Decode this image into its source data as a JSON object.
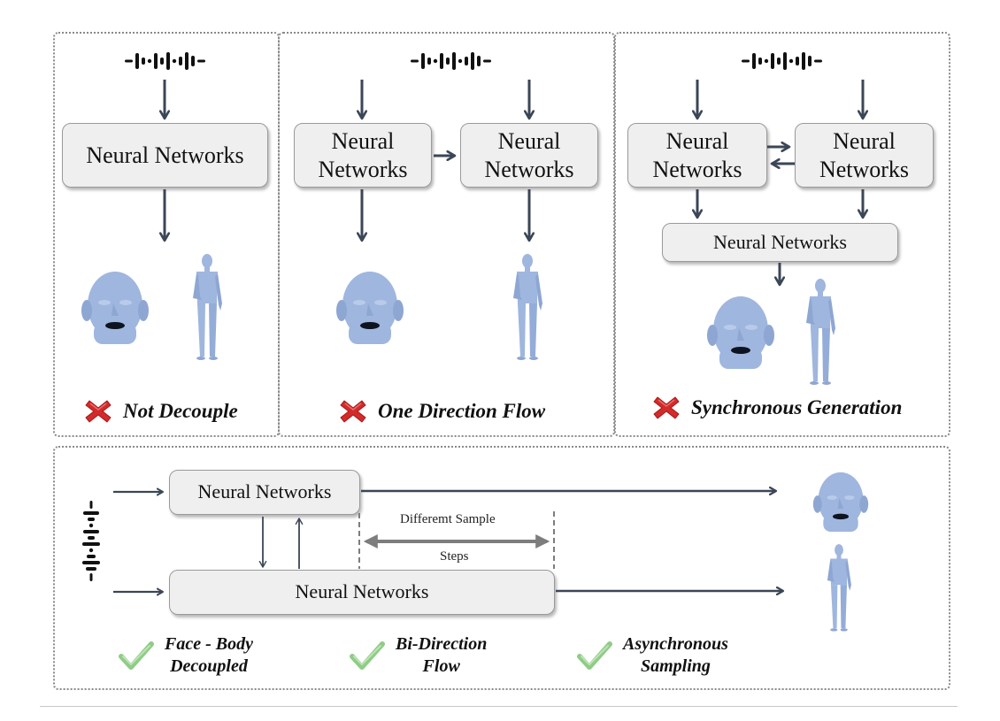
{
  "colors": {
    "arrow": "#3b4656",
    "box_fill": "#efefef",
    "avatar_blue": "#9fb6de",
    "cross_red": "#d42a2a",
    "check_green": "#8fcc86",
    "dotted_border": "#8a8a8a",
    "dashed_gray": "#7d7d7d"
  },
  "icons": {
    "audio": "audio-waveform-icon",
    "face": "face-avatar-icon",
    "body": "body-avatar-icon",
    "fail": "red-cross-icon",
    "pass": "green-check-icon"
  },
  "panels": {
    "coupled": {
      "network_label": "Neural Networks",
      "verdict": "Not Decouple"
    },
    "one_direction": {
      "left_network_label": "Neural\nNetworks",
      "right_network_label": "Neural\nNetworks",
      "verdict": "One Direction Flow"
    },
    "synchronous": {
      "left_network_label": "Neural\nNetworks",
      "right_network_label": "Neural\nNetworks",
      "bottom_network_label": "Neural Networks",
      "verdict": "Synchronous Generation"
    },
    "proposed": {
      "face_network_label": "Neural Networks",
      "body_network_label": "Neural Networks",
      "step_annotation_top": "Differemt Sample",
      "step_annotation_bottom": "Steps",
      "benefits": [
        {
          "label": "Face - Body\nDecoupled"
        },
        {
          "label": "Bi-Direction\nFlow"
        },
        {
          "label": "Asynchronous\nSampling"
        }
      ]
    }
  }
}
